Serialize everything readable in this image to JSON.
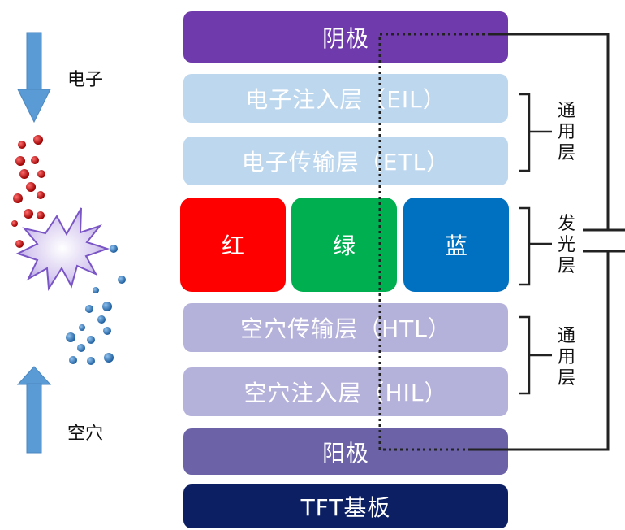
{
  "layers": {
    "cathode": "阴极",
    "eil": "电子注入层（EIL）",
    "etl": "电子传输层（ETL）",
    "htl": "空穴传输层（HTL）",
    "hil": "空穴注入层（HIL）",
    "anode": "阳极",
    "tft": "TFT基板"
  },
  "emission": {
    "red": "红",
    "green": "绿",
    "blue": "蓝"
  },
  "labels": {
    "electron": "电子",
    "hole": "空穴",
    "common_upper": [
      "通",
      "用",
      "层"
    ],
    "emissive": [
      "发",
      "光",
      "层"
    ],
    "common_lower": [
      "通",
      "用",
      "层"
    ]
  },
  "colors": {
    "cathode": "#6f3aac",
    "eil": "#bdd7ee",
    "etl": "#bdd7ee",
    "red": "#ff0000",
    "green": "#00b050",
    "blue": "#0070c0",
    "htl": "#b4b1da",
    "hil": "#b4b1da",
    "anode": "#6b62a8",
    "tft": "#0c1f63",
    "arrow": "#5b9bd5",
    "electron_dot": "#c00000",
    "hole_dot": "#2e75b6"
  }
}
